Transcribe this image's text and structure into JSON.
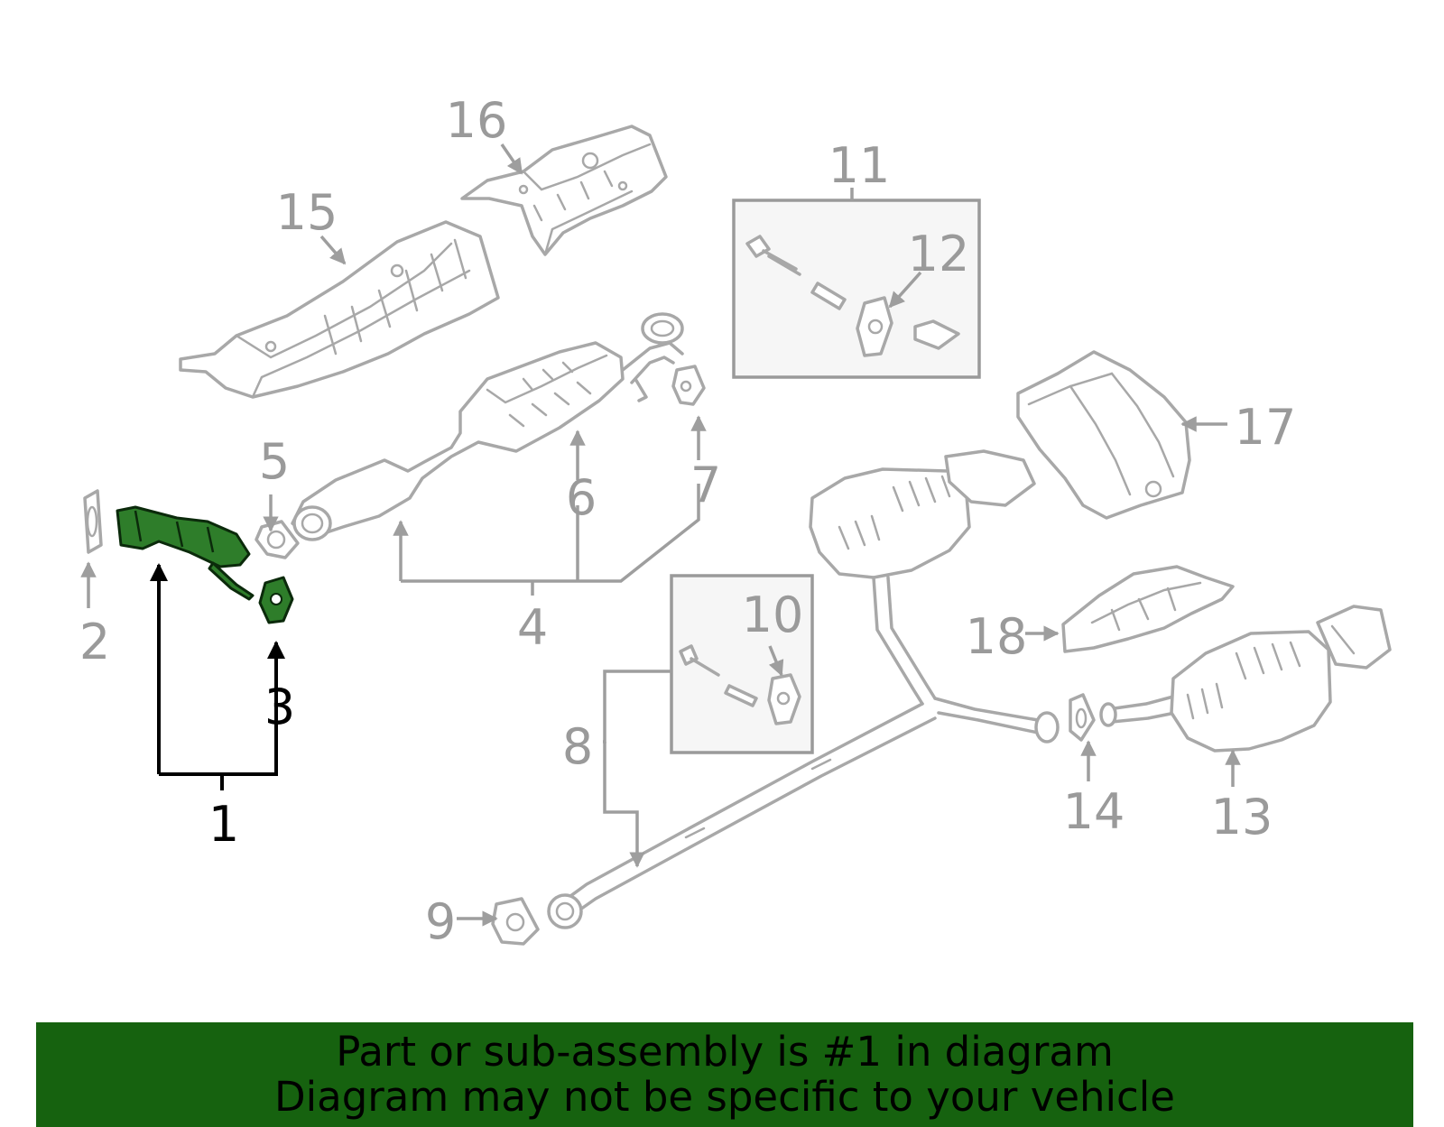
{
  "callouts": {
    "c1": "1",
    "c2": "2",
    "c3": "3",
    "c4": "4",
    "c5": "5",
    "c6": "6",
    "c7": "7",
    "c8": "8",
    "c9": "9",
    "c10": "10",
    "c11": "11",
    "c12": "12",
    "c13": "13",
    "c14": "14",
    "c15": "15",
    "c16": "16",
    "c17": "17",
    "c18": "18"
  },
  "highlight": {
    "part_number": "1",
    "color": "#2e7d2a"
  },
  "banner": {
    "line1": "Part or sub-assembly is #1 in diagram",
    "line2": "Diagram may not be specific to your vehicle",
    "background": "#16620f"
  }
}
